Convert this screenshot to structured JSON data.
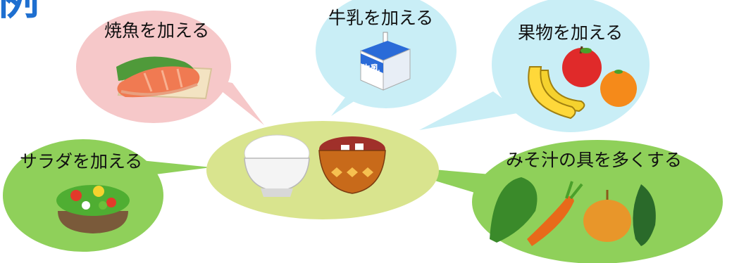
{
  "heading_partial": "例",
  "bubbles": {
    "grilled_fish": {
      "label": "焼魚を加える",
      "color": "#f6c8c9"
    },
    "milk": {
      "label": "牛乳を加える",
      "carton_text": "牛乳",
      "color": "#c9eef6"
    },
    "fruit": {
      "label": "果物を加える",
      "color": "#c9eef6"
    },
    "salad": {
      "label": "サラダを加える",
      "color": "#8fd05a"
    },
    "miso_soup": {
      "label": "みそ汁の具を多くする",
      "color": "#8fd05a"
    }
  },
  "center_meal": {
    "color": "#d9e48e"
  },
  "icons": [
    "grilled-salmon-icon",
    "milk-carton-icon",
    "fruit-icon",
    "salad-bowl-icon",
    "rice-bowl-icon",
    "miso-soup-icon",
    "vegetables-icon"
  ]
}
